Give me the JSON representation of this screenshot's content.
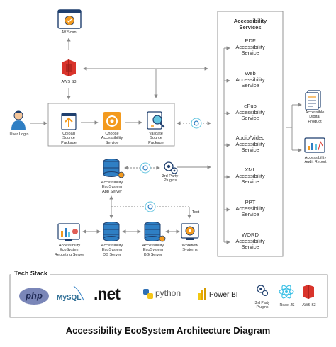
{
  "title": "Accessibility EcoSystem Architecture Diagram",
  "nodes": {
    "av_scan": "AV Scan",
    "aws_s3": "AWS S3",
    "user_login": "User Login",
    "upload": "Upload\nSource\nPackage",
    "choose": "Choose\nAccessibility\nService",
    "validate": "Validate\nSource\nPackage",
    "app_server": "Accessibility\nEcoSystem\nApp Server",
    "third_party": "3rd Party\nPlugins",
    "text_label": "Text",
    "reporting_server": "Accessibility\nEcoSystem\nReporting Server",
    "db_server": "Accessibility\nEcoSystem\nDB Server",
    "bg_server": "Accessibility\nEcoSystem\nBG Server",
    "workflow": "Workflow\nSystems",
    "accessible_product": "Accessible\nDigital\nProduct",
    "audit_report": "Accessibility\nAudit Report"
  },
  "services": {
    "heading": "Accessibility\nServices",
    "items": [
      "PDF\nAccessibility\nService",
      "Web\nAccessibility\nService",
      "ePub\nAccessibility\nService",
      "Audio/Video\nAccessibility\nService",
      "XML\nAccessibility\nService",
      "PPT\nAccessibility\nService",
      "WORD\nAccessibility\nService"
    ]
  },
  "tech_stack": {
    "heading": "Tech Stack",
    "php": "php",
    "mysql": "MySQL",
    "net": ".net",
    "python": "python",
    "powerbi": "Power BI",
    "plugins": "3rd Party\nPlugins",
    "react": "React JS",
    "aws": "AWS S3"
  },
  "colors": {
    "arrow": "#8a8a8a",
    "orange": "#f39a1e",
    "navy": "#1f3f6e",
    "blue": "#2f7fc4",
    "red": "#d9342b",
    "teal": "#63c5e0"
  }
}
